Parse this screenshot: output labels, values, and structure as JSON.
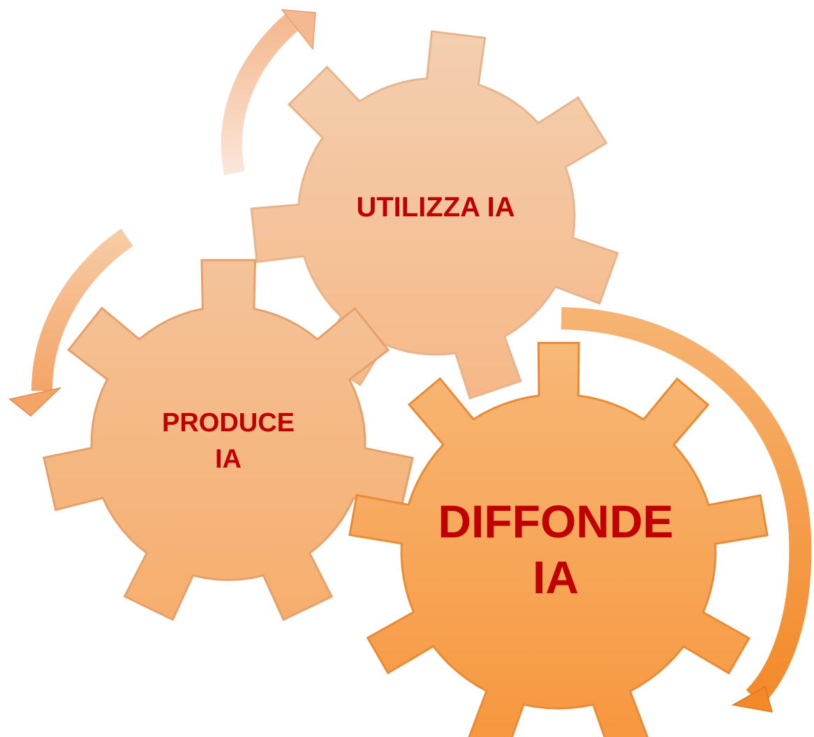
{
  "diagram": {
    "gears": [
      {
        "id": "utilizza",
        "lines": [
          "UTILIZZA IA"
        ],
        "color": "#f5c9a3"
      },
      {
        "id": "produce",
        "lines": [
          "PRODUCE",
          "IA"
        ],
        "color": "#f6b57a"
      },
      {
        "id": "diffonde",
        "lines": [
          "DIFFONDE",
          "IA"
        ],
        "color": "#f8a24a"
      }
    ],
    "label_color": "#c00000",
    "arrows": [
      {
        "id": "arrow-utilizza",
        "color": "#f7c9a6"
      },
      {
        "id": "arrow-produce",
        "color": "#f4b27c"
      },
      {
        "id": "arrow-diffonde",
        "color": "#f49a44"
      }
    ]
  }
}
